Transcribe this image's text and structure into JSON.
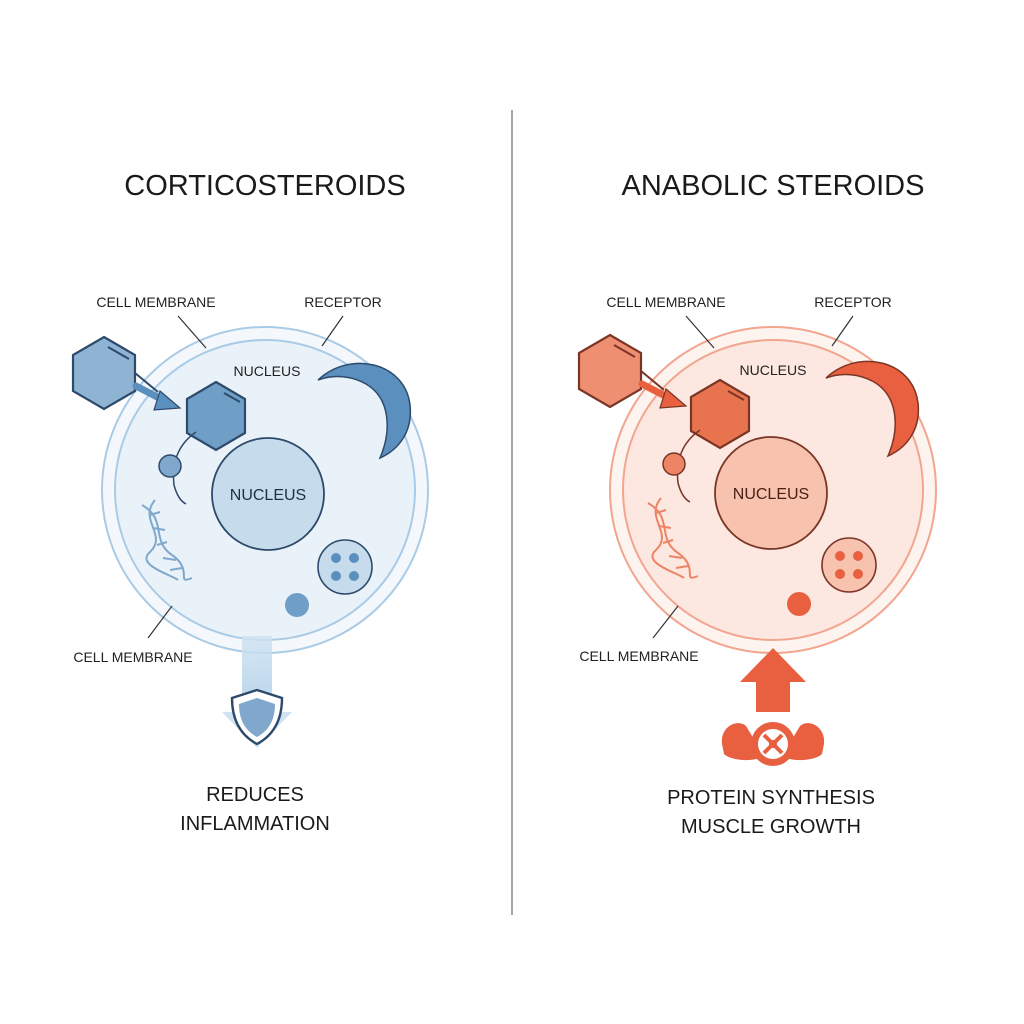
{
  "left": {
    "title": "CORTICOSTEROIDS",
    "label_membrane_top": "CELL MEMBRANE",
    "label_receptor": "RECEPTOR",
    "label_nucleus_top": "NUCLEUS",
    "label_nucleus_center": "NUCLEUS",
    "label_membrane_bottom": "CELL MEMBRANE",
    "effect_line1": "REDUCES",
    "effect_line2": "INFLAMMATION",
    "effect_icon": "shield-icon",
    "colors": {
      "accent": "#5b8fbd",
      "outline": "#2e4a6b",
      "fill_light": "#eef5fb",
      "ring": "#a9cbe6",
      "nucleus_fill": "#cfe3f2",
      "hexagon_fill": "#7fa8cc"
    }
  },
  "right": {
    "title": "ANABOLIC STEROIDS",
    "label_membrane_top": "CELL MEMBRANE",
    "label_receptor": "RECEPTOR",
    "label_nucleus_top": "NUCLEUS",
    "label_nucleus_center": "NUCLEUS",
    "label_membrane_bottom": "CELL MEMBRANE",
    "effect_line1": "PROTEIN SYNTHESIS",
    "effect_line2": "MUSCLE GROWTH",
    "effect_icon": "flexed-arm-icon",
    "colors": {
      "accent": "#e8603f",
      "outline": "#7a3525",
      "fill_light": "#fdeee8",
      "ring": "#f2a58f",
      "nucleus_fill": "#f8c6b3",
      "hexagon_fill": "#ec8465"
    }
  }
}
